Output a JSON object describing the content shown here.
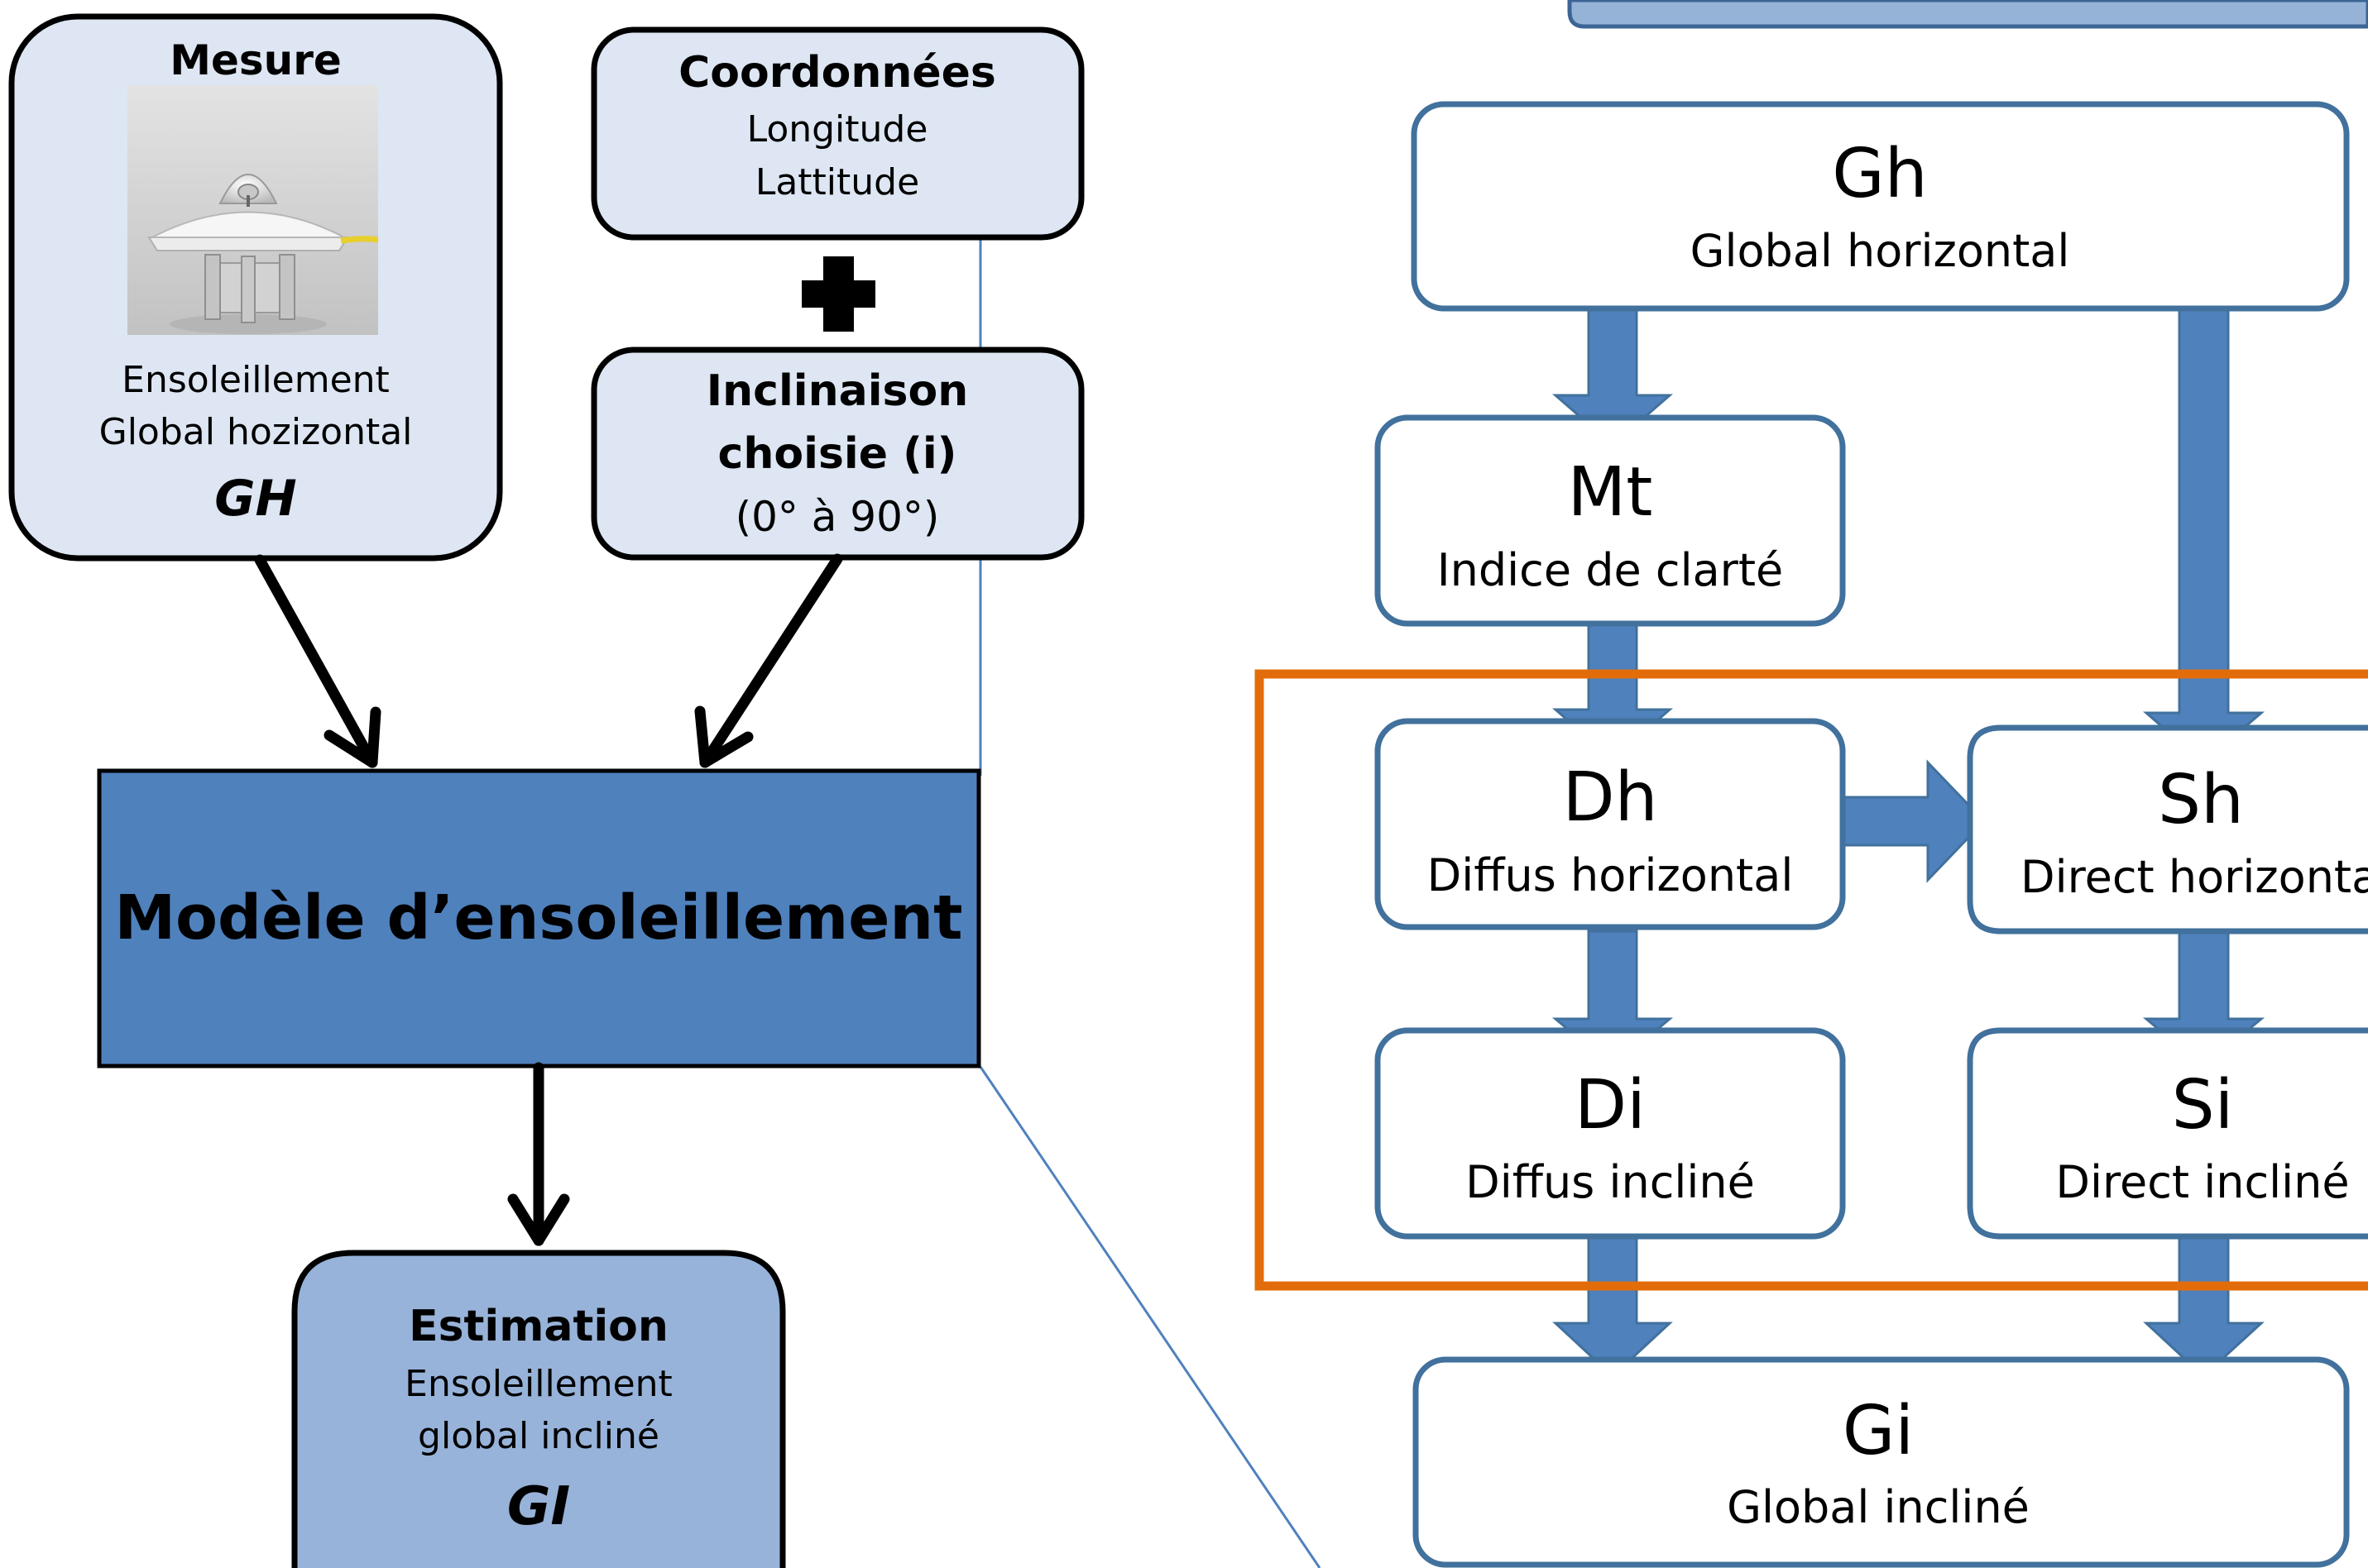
{
  "left": {
    "mesure": {
      "title": "Mesure",
      "line1": "Ensoleillement",
      "line2": "Global hozizontal",
      "symbol": "GH",
      "image": "pyranometer-sensor"
    },
    "coordonnees": {
      "title": "Coordonnées",
      "line1": "Longitude",
      "line2": "Lattitude"
    },
    "plus_icon": "plus-icon",
    "inclinaison": {
      "title1": "Inclinaison",
      "title2": "choisie (i)",
      "range": "(0° à 90°)"
    },
    "modele": {
      "label": "Modèle d’ensoleillement"
    },
    "estimation": {
      "title": "Estimation",
      "line1": "Ensoleillement",
      "line2": "global incliné",
      "symbol": "GI"
    }
  },
  "right": {
    "gh": {
      "symbol": "Gh",
      "label": "Global horizontal"
    },
    "mt": {
      "symbol": "Mt",
      "label": "Indice de clarté"
    },
    "dh": {
      "symbol": "Dh",
      "label": "Diffus horizontal"
    },
    "sh": {
      "symbol": "Sh",
      "label": "Direct horizontal"
    },
    "di": {
      "symbol": "Di",
      "label": "Diffus incliné"
    },
    "si": {
      "symbol": "Si",
      "label": "Direct incliné"
    },
    "gi": {
      "symbol": "Gi",
      "label": "Global incliné"
    }
  },
  "colors": {
    "light_box": "#dde6f2",
    "estimation_box": "#97b3d9",
    "model_box": "#4f81bd",
    "flow_border": "#41719c",
    "flow_arrow": "#4f81bd",
    "highlight_frame": "#e36c0a",
    "zoom_line": "#4f81bd",
    "top_banner": "#95b3d7"
  }
}
